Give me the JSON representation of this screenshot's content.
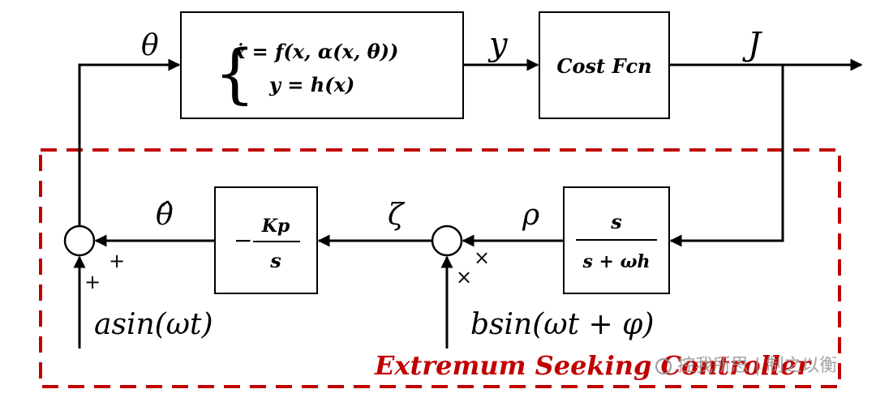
{
  "signals": {
    "theta": "θ",
    "y": "y",
    "J": "J",
    "theta_hat": "θ̂",
    "zeta": "ζ",
    "rho": "ρ"
  },
  "plant": {
    "line1": "ẋ = f(x, α(x, θ))",
    "line2": "y = h(x)"
  },
  "cost_block": {
    "label": "Cost Fcn"
  },
  "integrator": {
    "sign": "−",
    "numerator": "Kp",
    "denominator": "s"
  },
  "highpass": {
    "numerator": "s",
    "denominator": "s + ωh"
  },
  "signs": {
    "sum_left_right": "+",
    "sum_left_bottom": "+",
    "mult_right": "×",
    "mult_bottom": "×"
  },
  "inputs": {
    "dither": "asin(ωt)",
    "demod": "bsin(ωt + φ)"
  },
  "controller_label": "Extremum Seeking Controller",
  "watermark": "控我所思 | 制之以衡",
  "colors": {
    "controller": "#c00000",
    "line": "#000000"
  }
}
